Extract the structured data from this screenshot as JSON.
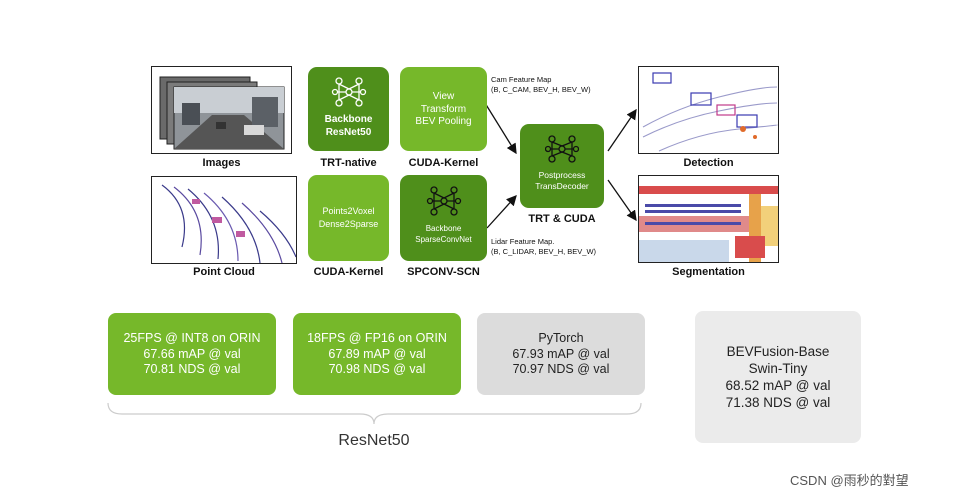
{
  "inputs": {
    "images_label": "Images",
    "pointcloud_label": "Point Cloud"
  },
  "nodes": {
    "backbone_resnet": {
      "line1": "Backbone",
      "line2": "ResNet50",
      "caption": "TRT-native"
    },
    "view_transform": {
      "line1": "View",
      "line2": "Transform",
      "line3": "BEV Pooling",
      "caption": "CUDA-Kernel"
    },
    "points2voxel": {
      "line1": "Points2Voxel",
      "line2": "Dense2Sparse",
      "caption": "CUDA-Kernel"
    },
    "sparseconv": {
      "line1": "Backbone",
      "line2": "SparseConvNet",
      "caption": "SPCONV-SCN"
    },
    "postprocess": {
      "line1": "Postprocess",
      "line2": "TransDecoder",
      "caption": "TRT & CUDA"
    }
  },
  "annotations": {
    "cam_feature": {
      "line1": "Cam Feature Map",
      "line2": "(B, C_CAM, BEV_H, BEV_W)"
    },
    "lidar_feature": {
      "line1": "Lidar Feature Map.",
      "line2": "(B, C_LIDAR, BEV_H, BEV_W)"
    }
  },
  "outputs": {
    "detection_label": "Detection",
    "segmentation_label": "Segmentation"
  },
  "results": [
    {
      "line1": "25FPS @ INT8 on ORIN",
      "line2": "67.66 mAP @ val",
      "line3": "70.81 NDS @ val"
    },
    {
      "line1": "18FPS @ FP16 on ORIN",
      "line2": "67.89 mAP @ val",
      "line3": "70.98 NDS @ val"
    },
    {
      "line1": "PyTorch",
      "line2": "67.93 mAP @ val",
      "line3": "70.97 NDS @ val"
    }
  ],
  "baseline": {
    "line1": "BEVFusion-Base",
    "line2": "Swin-Tiny",
    "line3": "68.52 mAP @ val",
    "line4": "71.38 NDS @ val"
  },
  "group_label": "ResNet50",
  "watermark": "CSDN @雨秒的對望",
  "colors": {
    "green": "#76b82a",
    "dark_green": "#4f8f1b",
    "gray": "#dcdcdc",
    "light_gray": "#ebebeb"
  }
}
